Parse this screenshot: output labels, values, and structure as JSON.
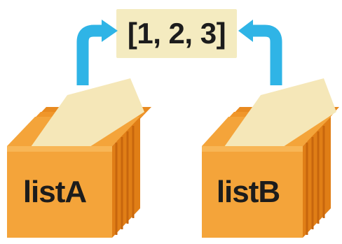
{
  "diagram": {
    "shared_value": "[1, 2, 3]",
    "boxes": [
      {
        "label": "listA"
      },
      {
        "label": "listB"
      }
    ],
    "colors": {
      "box_front": "#f4a43a",
      "box_side": "#e07e16",
      "box_stripe": "#c7660d",
      "card": "#f5e7b8",
      "value_bg": "#f4ebc0",
      "arrow": "#2fb4e6"
    }
  }
}
